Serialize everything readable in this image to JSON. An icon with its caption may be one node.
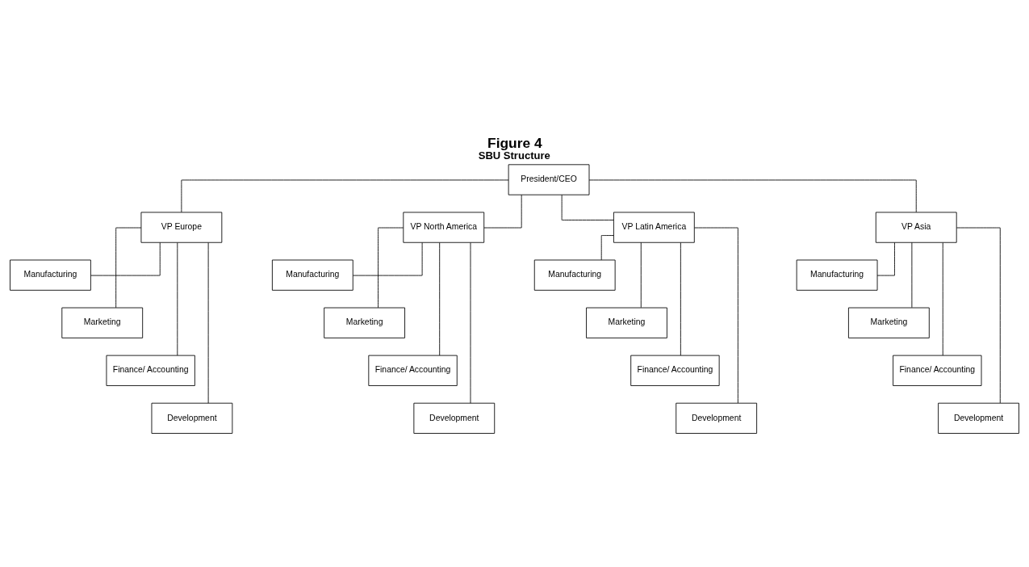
{
  "diagram": {
    "title": "Figure 4",
    "caption": "SBU Structure",
    "nodes": [
      {
        "text": [
          "President/CEO"
        ]
      },
      {
        "text": [
          "VP Europe"
        ]
      },
      {
        "text": [
          "VP North America"
        ]
      },
      {
        "text": [
          "VP Latin America"
        ]
      },
      {
        "text": [
          "VP Asia"
        ]
      },
      {
        "text": [
          "Manufacturing"
        ]
      },
      {
        "text": [
          "Manufacturing"
        ]
      },
      {
        "text": [
          "Manufacturing"
        ]
      },
      {
        "text": [
          "Manufacturing"
        ]
      },
      {
        "text": [
          "Marketing"
        ]
      },
      {
        "text": [
          "Marketing"
        ]
      },
      {
        "text": [
          "Marketing"
        ]
      },
      {
        "text": [
          "Marketing"
        ]
      },
      {
        "text": [
          "Finance/ Accounting"
        ]
      },
      {
        "text": [
          "Finance/ Accounting"
        ]
      },
      {
        "text": [
          "Finance/ Accounting"
        ]
      },
      {
        "text": [
          "Finance/ Accounting"
        ]
      },
      {
        "text": [
          "Development"
        ]
      },
      {
        "text": [
          "Development"
        ]
      },
      {
        "text": [
          "Development"
        ]
      },
      {
        "text": [
          "Development"
        ]
      }
    ],
    "edges": [
      {
        "from": 0,
        "to": 1,
        "arrow": "none"
      },
      {
        "from": 0,
        "to": 2,
        "arrow": "none"
      },
      {
        "from": 0,
        "to": 3,
        "arrow": "none"
      },
      {
        "from": 0,
        "to": 4,
        "arrow": "none"
      },
      {
        "from": 1,
        "to": 5,
        "arrow": "none"
      },
      {
        "from": 1,
        "to": 9,
        "arrow": "none"
      },
      {
        "from": 1,
        "to": 13,
        "arrow": "none"
      },
      {
        "from": 1,
        "to": 17,
        "arrow": "none"
      },
      {
        "from": 2,
        "to": 6,
        "arrow": "none"
      },
      {
        "from": 2,
        "to": 10,
        "arrow": "none"
      },
      {
        "from": 2,
        "to": 14,
        "arrow": "none"
      },
      {
        "from": 2,
        "to": 18,
        "arrow": "none"
      },
      {
        "from": 3,
        "to": 7,
        "arrow": "none"
      },
      {
        "from": 3,
        "to": 11,
        "arrow": "none"
      },
      {
        "from": 3,
        "to": 15,
        "arrow": "none"
      },
      {
        "from": 3,
        "to": 19,
        "arrow": "none"
      },
      {
        "from": 4,
        "to": 8,
        "arrow": "none"
      },
      {
        "from": 4,
        "to": 12,
        "arrow": "none"
      },
      {
        "from": 4,
        "to": 16,
        "arrow": "none"
      },
      {
        "from": 4,
        "to": 20,
        "arrow": "none"
      }
    ]
  }
}
